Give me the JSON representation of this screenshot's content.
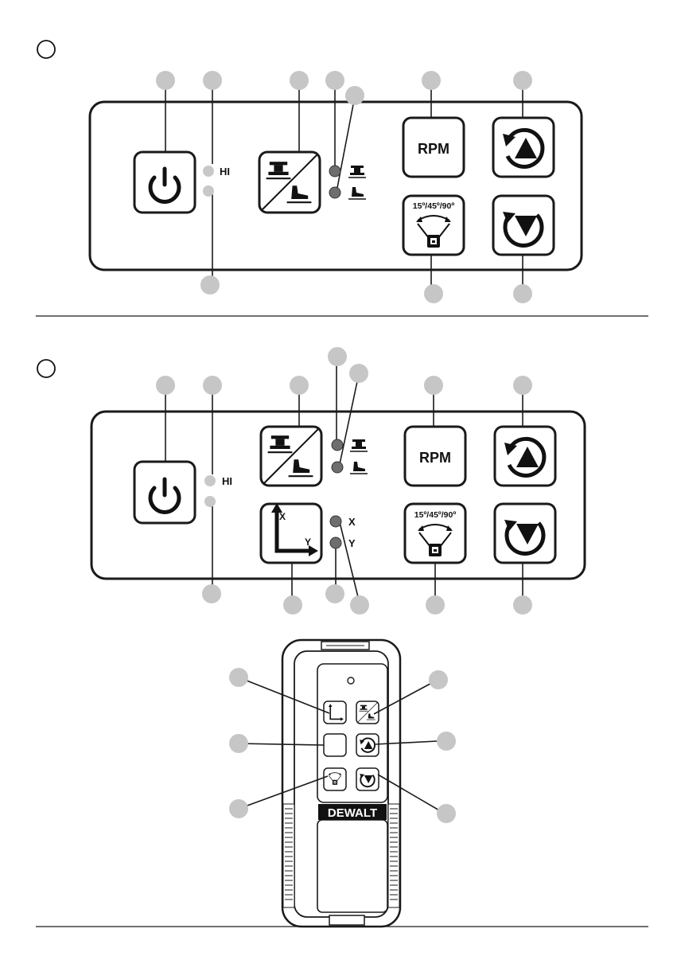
{
  "labels": {
    "hi": "HI",
    "rpm": "RPM",
    "angle": "15º/45º/90º",
    "x": "X",
    "y": "Y",
    "brand": "DEWALT"
  },
  "icons": {
    "power": "power-icon",
    "grade_mode": "grade-mode-icon",
    "rotate_up": "rotate-up-icon",
    "rotate_down": "rotate-down-icon",
    "scan_angle": "scan-angle-icon",
    "axis": "axis-xy-icon"
  },
  "colors": {
    "line": "#1a1a1a",
    "callout": "#c6c6c6",
    "led_light": "#c8c8c8",
    "led_dark": "#6e6e6e"
  }
}
